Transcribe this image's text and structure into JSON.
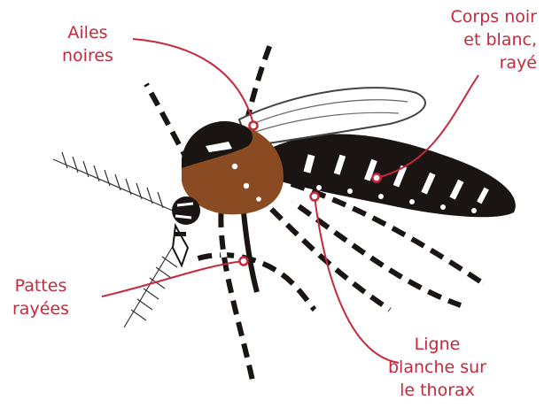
{
  "colors": {
    "accent": "#c8283c",
    "body_black": "#1a1512",
    "thorax_brown": "#8a4a22",
    "wing_stroke": "#444444",
    "background": "#ffffff"
  },
  "labels": {
    "wings": {
      "line1": "Ailes",
      "line2": "noires"
    },
    "body": {
      "line1": "Corps noir",
      "line2": "et blanc,",
      "line3": "rayé"
    },
    "legs": {
      "line1": "Pattes",
      "line2": "rayées"
    },
    "thorax_line": {
      "line1": "Ligne",
      "line2": "blanche sur",
      "line3": "le thorax"
    }
  }
}
